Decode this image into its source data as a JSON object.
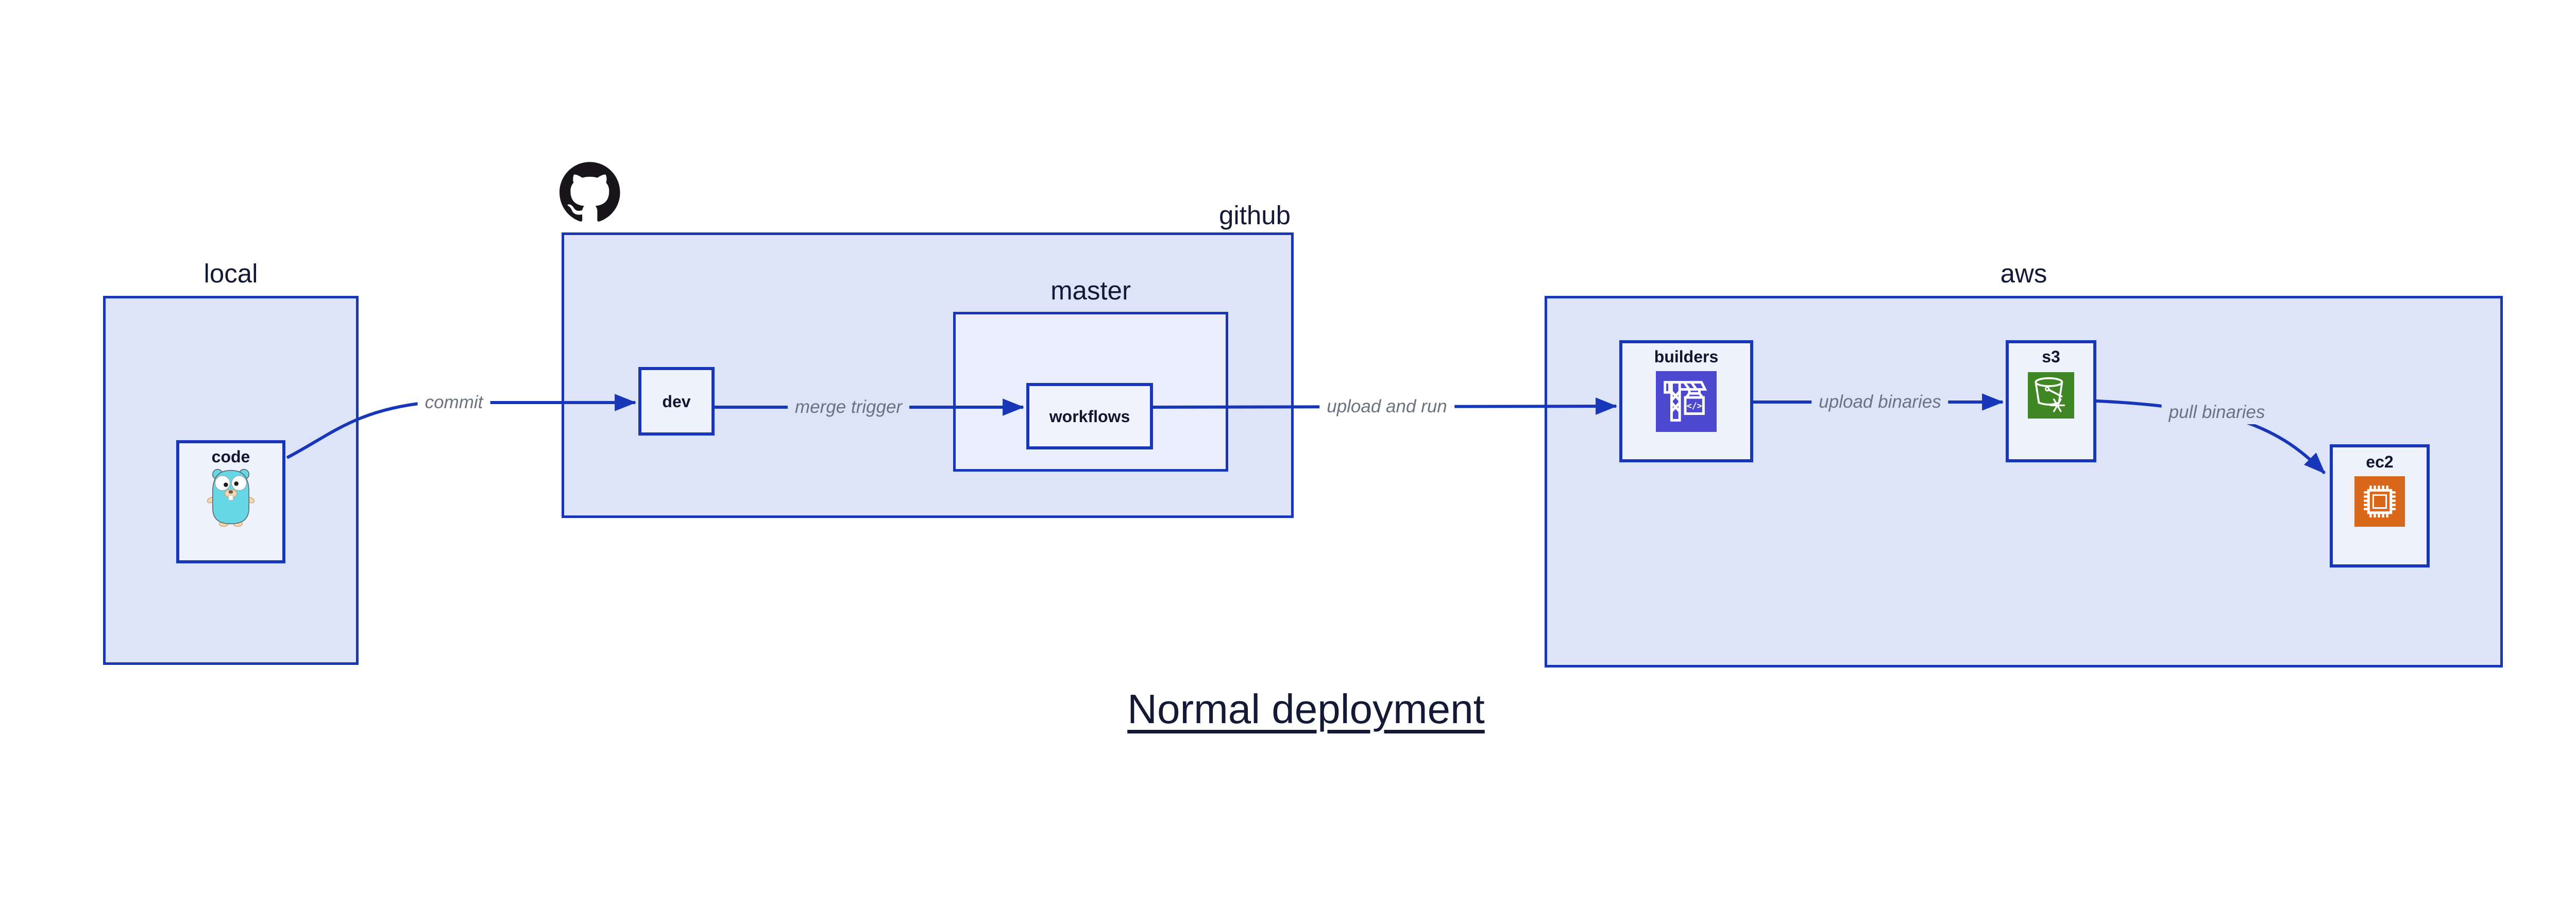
{
  "title": "Normal deployment",
  "groups": {
    "local": {
      "label": "local"
    },
    "github": {
      "label": "github"
    },
    "master": {
      "label": "master"
    },
    "aws": {
      "label": "aws"
    }
  },
  "nodes": {
    "code": {
      "label": "code",
      "icon": "go-gopher"
    },
    "dev": {
      "label": "dev"
    },
    "workflows": {
      "label": "workflows"
    },
    "builders": {
      "label": "builders",
      "icon": "aws-codebuild-crane"
    },
    "s3": {
      "label": "s3",
      "icon": "aws-s3-glacier-bucket"
    },
    "ec2": {
      "label": "ec2",
      "icon": "aws-ec2-chip"
    }
  },
  "edges": {
    "commit": {
      "label": "commit"
    },
    "merge_trigger": {
      "label": "merge trigger"
    },
    "upload_and_run": {
      "label": "upload and run"
    },
    "upload_binaries": {
      "label": "upload binaries"
    },
    "pull_binaries": {
      "label": "pull binaries"
    }
  },
  "icons": {
    "github_logo": "github-octocat-mark",
    "codebuild_icon_text": "</>"
  },
  "colors": {
    "border_blue": "#1737b8",
    "arrow_blue": "#1737b8",
    "group_fill": "#dee4f8",
    "mid_fill": "#eaedfb",
    "node_fill": "#eef2fc",
    "label_gray": "#6d7280",
    "text_navy": "#141a35",
    "codebuild_indigo": "#4c48cf",
    "s3_green": "#3f8624",
    "ec2_orange": "#d9671a",
    "github_black": "#18161a",
    "gopher_teal": "#66d7e5"
  }
}
